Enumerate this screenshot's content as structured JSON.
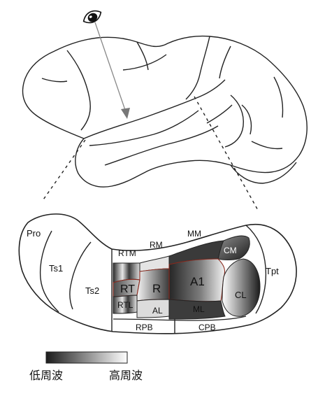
{
  "regions": {
    "pro": "Pro",
    "ts1": "Ts1",
    "ts2": "Ts2",
    "rtm": "RTM",
    "rm": "RM",
    "mm": "MM",
    "cm": "CM",
    "tpt": "Tpt",
    "rt": "RT",
    "r": "R",
    "a1": "A1",
    "cl": "CL",
    "rtl": "RTL",
    "al": "AL",
    "ml": "ML",
    "rpb": "RPB",
    "cpb": "CPB"
  },
  "legend": {
    "low": "低周波",
    "high": "高周波"
  },
  "colors": {
    "low_frequency": "#1c1c1c",
    "high_frequency": "#ffffff",
    "boundary_core": "#8a2a1e",
    "outline": "#222222",
    "pointer": "#888888"
  },
  "icons": {
    "viewpoint": "eye-icon"
  }
}
